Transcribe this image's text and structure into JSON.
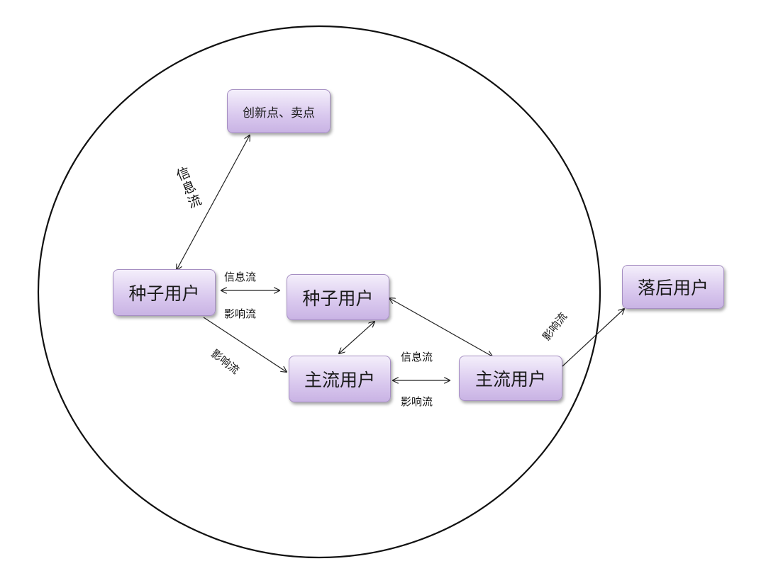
{
  "nodes": {
    "innovation": "创新点、卖点",
    "seed_left": "种子用户",
    "seed_center": "种子用户",
    "mainstream_left": "主流用户",
    "mainstream_right": "主流用户",
    "laggard": "落后用户"
  },
  "edge_labels": {
    "info_vertical": "信息流",
    "seed_seed_top": "信息流",
    "seed_seed_bottom": "影响流",
    "seed_to_mainstream": "影响流",
    "main_main_top": "信息流",
    "main_main_bottom": "影响流",
    "main_to_laggard": "影响流"
  },
  "colors": {
    "node_top": "#f4effb",
    "node_bottom": "#c9b3e4",
    "node_border": "#a58ec2",
    "line": "#222222"
  }
}
